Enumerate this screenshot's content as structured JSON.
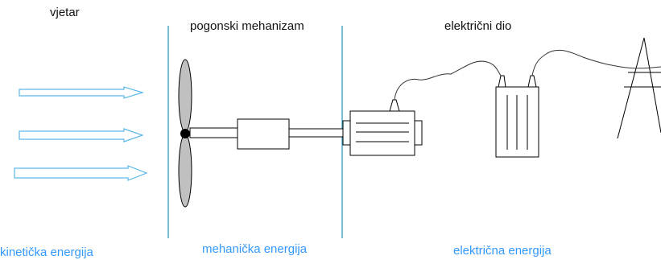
{
  "labels": {
    "wind": "vjetar",
    "drive": "pogonski mehanizam",
    "electrical": "električni dio",
    "kinetic_energy": "kinetička energija",
    "mechanical_energy": "mehanička energija",
    "electrical_energy": "električna energija"
  },
  "colors": {
    "divider": "#3ba3bf",
    "energy_text": "#3399ff",
    "arrow_stroke": "#5bb8e6",
    "blade_fill": "#c0c0c0",
    "ink": "#000000"
  }
}
